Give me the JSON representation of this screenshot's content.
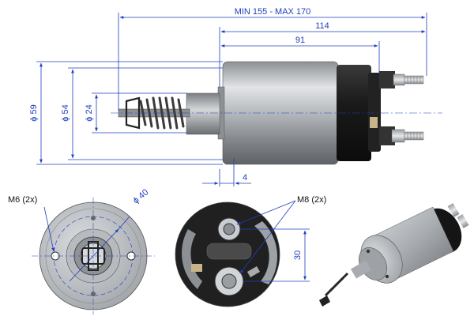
{
  "dimensions": {
    "overall_length": "MIN 155 - MAX 170",
    "length_114": "114",
    "length_91": "91",
    "offset_4": "4",
    "dia_59": "ϕ 59",
    "dia_54": "ϕ 54",
    "dia_24": "ϕ 24",
    "bolt_circle": "ϕ 40",
    "terminal_spacing": "30"
  },
  "labels": {
    "mounting_thread": "M6 (2x)",
    "terminal_thread": "M8 (2x)"
  },
  "colors": {
    "dimension_lines": "#1f3fbf",
    "housing_silver": "#b8bcc0",
    "cap_black": "#1a1a1a",
    "spring": "#555555"
  }
}
